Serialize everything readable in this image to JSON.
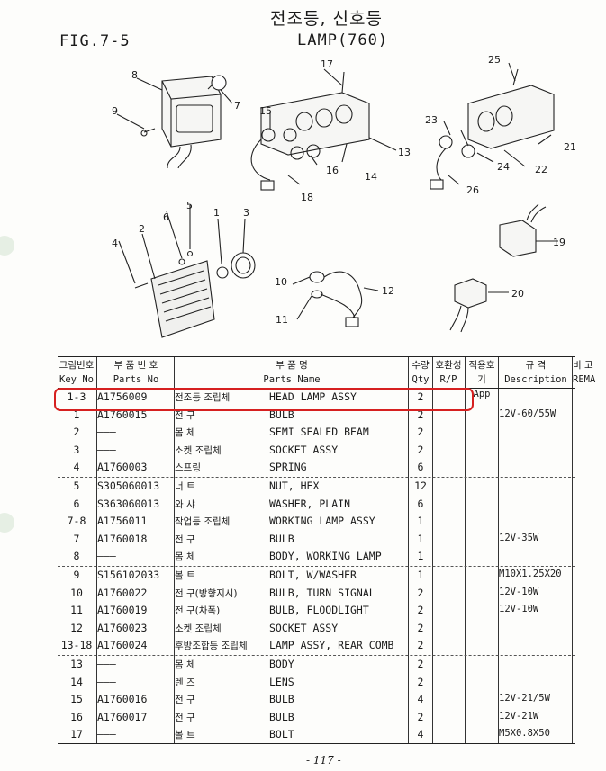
{
  "header": {
    "title_kr": "전조등, 신호등",
    "fig": "FIG.7-5",
    "lamp": "LAMP(760)"
  },
  "callouts": [
    "1",
    "2",
    "3",
    "4",
    "5",
    "6",
    "7",
    "8",
    "9",
    "10",
    "11",
    "12",
    "13",
    "14",
    "15",
    "16",
    "17",
    "18",
    "19",
    "20",
    "21",
    "22",
    "23",
    "24",
    "25",
    "26"
  ],
  "table": {
    "headers": {
      "key_kr": "그림번호",
      "key_en": "Key No",
      "part_kr": "부 품 번 호",
      "part_en": "Parts No",
      "name_kr": "부   품   명",
      "name_en": "Parts Name",
      "qty_kr": "수량",
      "qty_en": "Qty",
      "rp_kr": "호환성",
      "rp_en": "R/P",
      "app_kr": "적용호기",
      "app_en": "App",
      "desc_kr": "규  격",
      "desc_en": "Description",
      "rem_kr": "비 고",
      "rem_en": "REMA"
    },
    "rows": [
      {
        "key": "1-3",
        "part": "A1756009",
        "kr": "전조등 조립체",
        "en": "HEAD LAMP ASSY",
        "qty": "2",
        "desc": ""
      },
      {
        "key": "1",
        "part": "A1760015",
        "kr": "전 구",
        "en": "BULB",
        "qty": "2",
        "desc": "12V-60/55W"
      },
      {
        "key": "2",
        "part": "———",
        "kr": "몸 체",
        "en": "SEMI SEALED BEAM",
        "qty": "2",
        "desc": ""
      },
      {
        "key": "3",
        "part": "———",
        "kr": "소켓 조립체",
        "en": "SOCKET ASSY",
        "qty": "2",
        "desc": ""
      },
      {
        "key": "4",
        "part": "A1760003",
        "kr": "스프링",
        "en": "SPRING",
        "qty": "6",
        "desc": ""
      },
      {
        "key": "5",
        "part": "S305060013",
        "kr": "너 트",
        "en": "NUT, HEX",
        "qty": "12",
        "desc": ""
      },
      {
        "key": "6",
        "part": "S363060013",
        "kr": "와 샤",
        "en": "WASHER, PLAIN",
        "qty": "6",
        "desc": ""
      },
      {
        "key": "7-8",
        "part": "A1756011",
        "kr": "작업등 조립체",
        "en": "WORKING LAMP ASSY",
        "qty": "1",
        "desc": ""
      },
      {
        "key": "7",
        "part": "A1760018",
        "kr": "전 구",
        "en": "BULB",
        "qty": "1",
        "desc": "12V-35W"
      },
      {
        "key": "8",
        "part": "———",
        "kr": "몸 체",
        "en": "BODY, WORKING LAMP",
        "qty": "1",
        "desc": ""
      },
      {
        "key": "9",
        "part": "S156102033",
        "kr": "볼 트",
        "en": "BOLT, W/WASHER",
        "qty": "1",
        "desc": "M10X1.25X20"
      },
      {
        "key": "10",
        "part": "A1760022",
        "kr": "전 구(방향지시)",
        "en": "BULB, TURN SIGNAL",
        "qty": "2",
        "desc": "12V-10W"
      },
      {
        "key": "11",
        "part": "A1760019",
        "kr": "전 구(차폭)",
        "en": "BULB, FLOODLIGHT",
        "qty": "2",
        "desc": "12V-10W"
      },
      {
        "key": "12",
        "part": "A1760023",
        "kr": "소켓 조립체",
        "en": "SOCKET ASSY",
        "qty": "2",
        "desc": ""
      },
      {
        "key": "13-18",
        "part": "A1760024",
        "kr": "후방조합등 조립체",
        "en": "LAMP ASSY, REAR COMB",
        "qty": "2",
        "desc": ""
      },
      {
        "key": "13",
        "part": "———",
        "kr": "몸 체",
        "en": "BODY",
        "qty": "2",
        "desc": ""
      },
      {
        "key": "14",
        "part": "———",
        "kr": "렌 즈",
        "en": "LENS",
        "qty": "2",
        "desc": ""
      },
      {
        "key": "15",
        "part": "A1760016",
        "kr": "전 구",
        "en": "BULB",
        "qty": "4",
        "desc": "12V-21/5W"
      },
      {
        "key": "16",
        "part": "A1760017",
        "kr": "전 구",
        "en": "BULB",
        "qty": "2",
        "desc": "12V-21W"
      },
      {
        "key": "17",
        "part": "———",
        "kr": "볼 트",
        "en": "BOLT",
        "qty": "4",
        "desc": "M5X0.8X50"
      }
    ]
  },
  "footer": {
    "page": "- 117 -"
  }
}
